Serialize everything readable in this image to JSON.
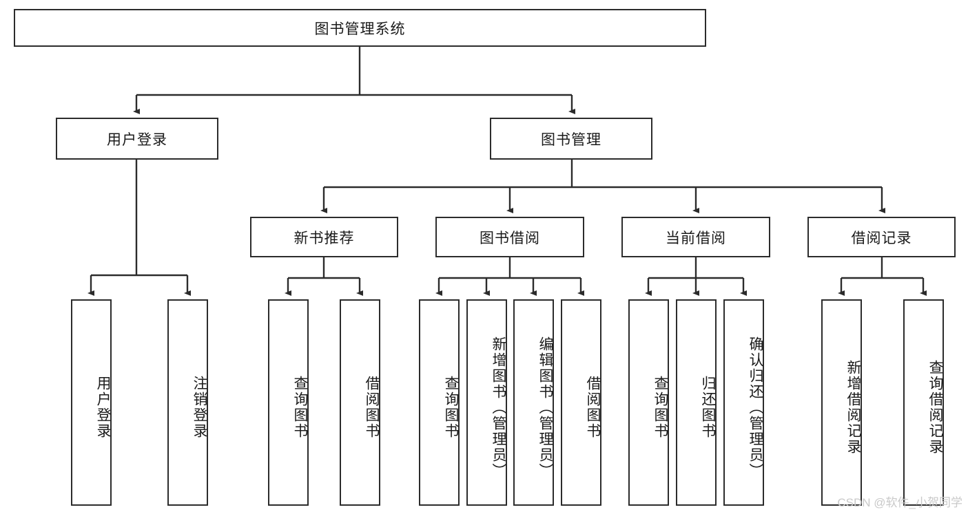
{
  "diagram": {
    "title": "图书管理系统",
    "type": "tree-hierarchy-diagram",
    "colors": {
      "stroke": "#2b2b2b",
      "fill": "#ffffff",
      "text": "#1a1a1a",
      "watermark": "#c9c9c9"
    },
    "root": {
      "label": "图书管理系统"
    },
    "level2": [
      {
        "label": "用户登录"
      },
      {
        "label": "图书管理"
      }
    ],
    "level3": [
      {
        "label": "新书推荐"
      },
      {
        "label": "图书借阅"
      },
      {
        "label": "当前借阅"
      },
      {
        "label": "借阅记录"
      }
    ],
    "leaves": {
      "user_login": [
        {
          "label": "用户登录"
        },
        {
          "label": "注销登录"
        }
      ],
      "new_book_recommend": [
        {
          "label": "查询图书"
        },
        {
          "label": "借阅图书"
        }
      ],
      "book_borrow": [
        {
          "label": "查询图书"
        },
        {
          "label": "新增图书（管理员）"
        },
        {
          "label": "编辑图书（管理员）"
        },
        {
          "label": "借阅图书"
        }
      ],
      "current_borrow": [
        {
          "label": "查询图书"
        },
        {
          "label": "归还图书"
        },
        {
          "label": "确认归还（管理员）"
        }
      ],
      "borrow_record": [
        {
          "label": "新增借阅记录"
        },
        {
          "label": "查询借阅记录"
        }
      ]
    }
  },
  "watermark": {
    "text": "CSDN @软件_小贺同学"
  }
}
